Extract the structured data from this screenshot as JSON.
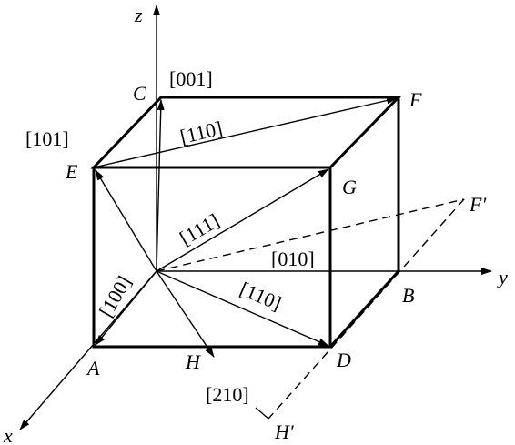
{
  "axes": {
    "x": "x",
    "y": "y",
    "z": "z"
  },
  "points": {
    "A": "A",
    "B": "B",
    "C": "C",
    "D": "D",
    "E": "E",
    "F": "F",
    "G": "G",
    "H": "H",
    "F_prime": "F′",
    "H_prime": "H′"
  },
  "directions": {
    "d001": "[001]",
    "d101": "[101]",
    "d110_top": "[110]",
    "d111": "[111]",
    "d010": "[010]",
    "d100": "[100]",
    "d110_bottom": "[110]",
    "d210": "[210]"
  },
  "colors": {
    "ink": "#000000",
    "background": "#ffffff"
  }
}
